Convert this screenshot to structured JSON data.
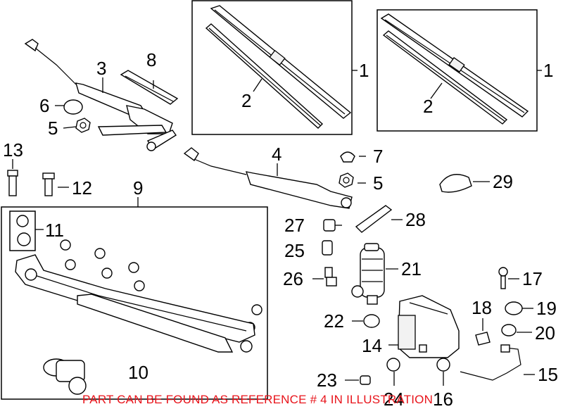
{
  "callouts": {
    "c1a": "1",
    "c1b": "1",
    "c2a": "2",
    "c2b": "2",
    "c3": "3",
    "c4": "4",
    "c5a": "5",
    "c5b": "5",
    "c6": "6",
    "c7": "7",
    "c8": "8",
    "c9": "9",
    "c10": "10",
    "c11": "11",
    "c12": "12",
    "c13": "13",
    "c14": "14",
    "c15": "15",
    "c16": "16",
    "c17": "17",
    "c18": "18",
    "c19": "19",
    "c20": "20",
    "c21": "21",
    "c22": "22",
    "c23": "23",
    "c24": "24",
    "c25": "25",
    "c26": "26",
    "c27": "27",
    "c28": "28",
    "c29": "29"
  },
  "caption": "PART CAN BE FOUND AS REFERENCE # 4 IN ILLUSTRATION",
  "colors": {
    "caption": "#e8141b",
    "line": "#000000",
    "background": "#ffffff"
  }
}
